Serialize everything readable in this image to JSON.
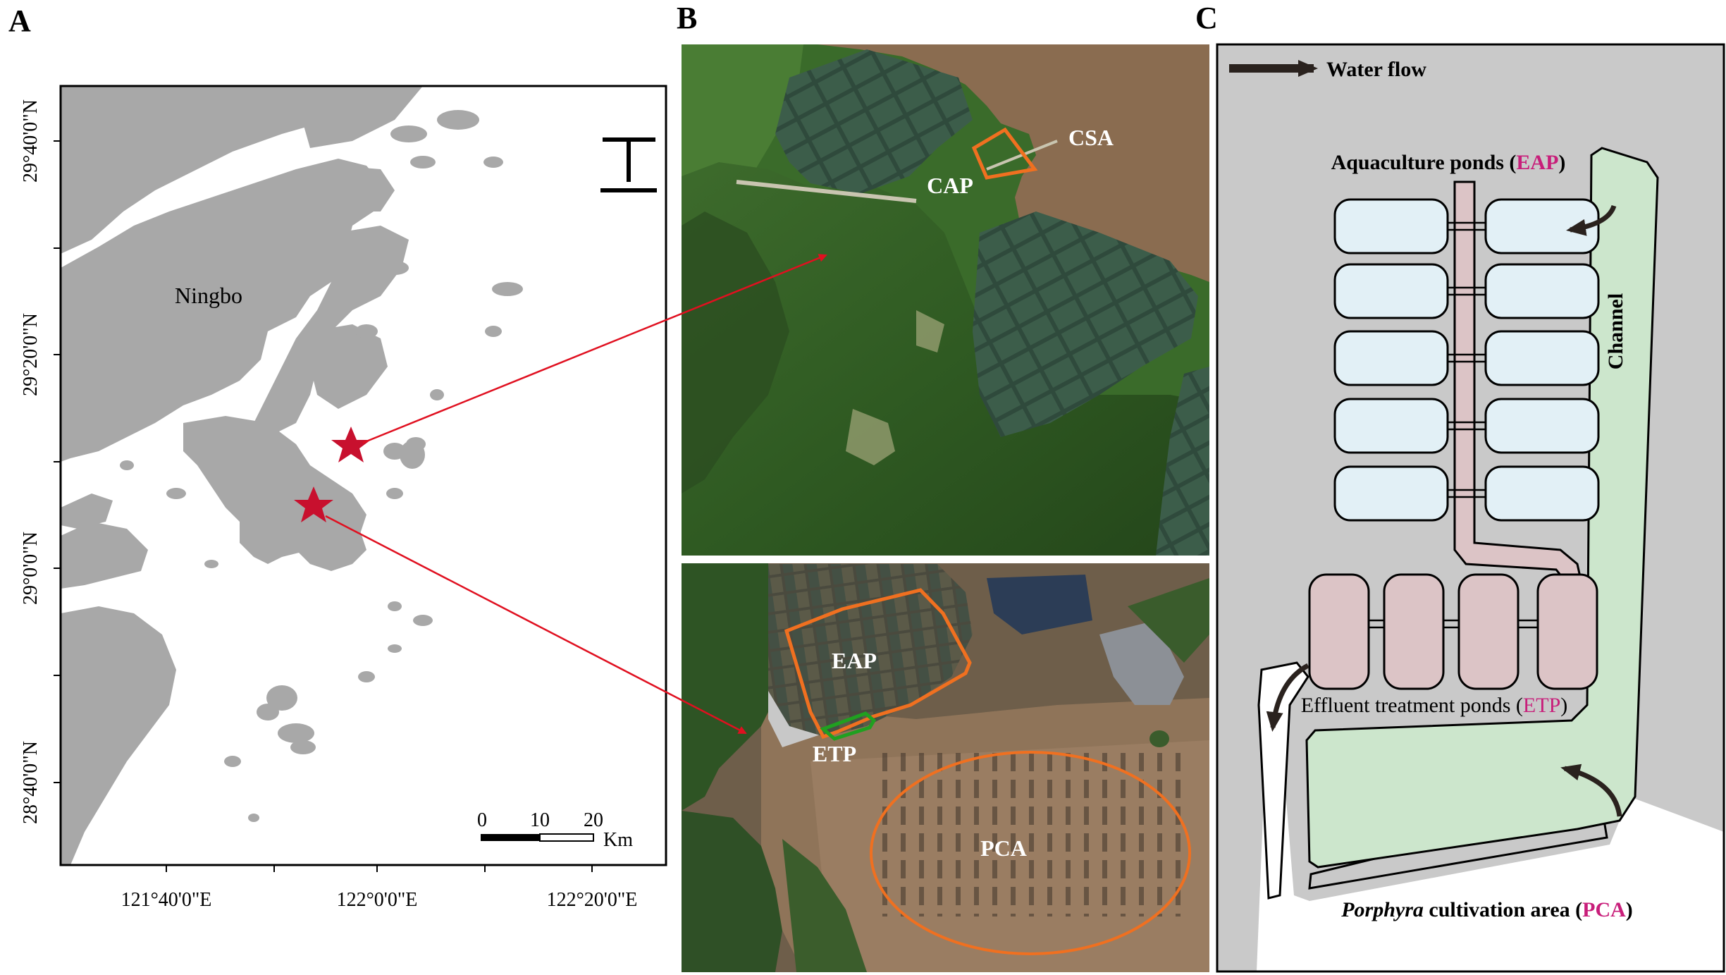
{
  "panels": {
    "a": {
      "letter": "A",
      "city": "Ningbo",
      "lat_ticks": [
        "29°40'0\"N",
        "29°20'0\"N",
        "29°0'0\"N",
        "28°40'0\"N"
      ],
      "lon_ticks": [
        "121°40'0\"E",
        "122°0'0\"E",
        "122°20'0\"E"
      ],
      "north_symbol": "±",
      "scale": {
        "labels": [
          "0",
          "10",
          "20"
        ],
        "unit": "Km"
      }
    },
    "b": {
      "letter": "B",
      "top_labels": {
        "csa": "CSA",
        "cap": "CAP"
      },
      "bottom_labels": {
        "eap": "EAP",
        "etp": "ETP",
        "pca": "PCA"
      }
    },
    "c": {
      "letter": "C",
      "water_flow": "Water flow",
      "channel": "Channel",
      "aquaculture_prefix": "Aquaculture ponds (",
      "aquaculture_abbr": "EAP",
      "effluent_prefix": "Effluent treatment ponds (",
      "effluent_abbr": "ETP",
      "pca_italic": "Porphyra",
      "pca_middle": " cultivation area (",
      "pca_abbr": "PCA",
      "close_paren": ")"
    }
  },
  "colors": {
    "land": "#a8a8a8",
    "star": "#c8102e",
    "arrow": "#e01020",
    "outline_orange": "#f07020",
    "outline_green": "#20a020",
    "pond_blue": "#e2f0f6",
    "pond_pink": "#dcc4c6",
    "channel_green": "#cce6cc",
    "abbr_magenta": "#c81e7a",
    "diagram_gray": "#c9c9c9"
  }
}
